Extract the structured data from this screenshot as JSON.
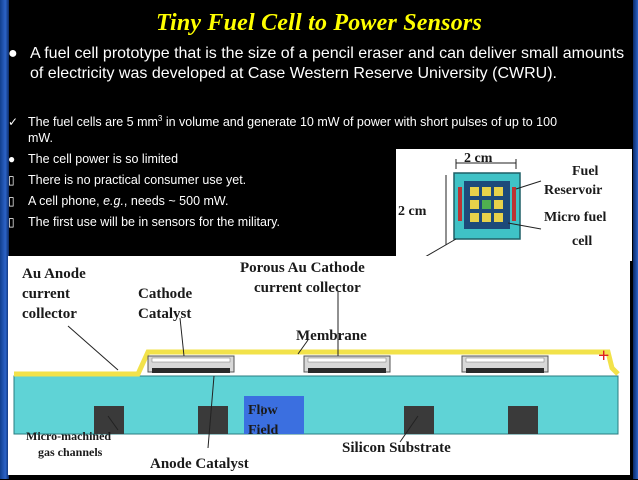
{
  "slide": {
    "title": "Tiny Fuel Cell to Power Sensors",
    "main_bullet": "A fuel cell prototype that is the size of a pencil eraser and can deliver small amounts of electricity was developed at Case Western Reserve University (CWRU).",
    "sub_bullets": [
      {
        "marker": "✓",
        "text_a": "The fuel cells are 5 mm",
        "sup": "3",
        "text_b": " in volume and generate 10 mW of power with short pulses of up to 100 mW."
      },
      {
        "marker": "●",
        "text": "The cell power is so limited"
      },
      {
        "marker": "▯",
        "text": "There is no practical consumer use yet."
      },
      {
        "marker": "▯",
        "text_a": "A cell phone, ",
        "em": "e.g.",
        "text_b": ", needs ~ 500 mW."
      },
      {
        "marker": "▯",
        "text": "The first use will be in sensors for the military."
      }
    ]
  },
  "top_figure": {
    "dim_width": "2 cm",
    "dim_height": "2 cm",
    "label_fuel": "Fuel",
    "label_reservoir": "Reservoir",
    "label_micro_fuel": "Micro fuel",
    "label_cell": "cell"
  },
  "cross_section": {
    "au_anode": [
      "Au Anode",
      "current",
      "collector"
    ],
    "cathode_catalyst": [
      "Cathode",
      "Catalyst"
    ],
    "porous_cathode": [
      "Porous Au Cathode",
      "current collector"
    ],
    "membrane": "Membrane",
    "flow_field": [
      "Flow",
      "Field"
    ],
    "micro_machined": [
      "Micro-machined",
      "gas channels"
    ],
    "anode_catalyst": "Anode Catalyst",
    "silicon_substrate": "Silicon Substrate",
    "plus_sign": "+"
  },
  "colors": {
    "title": "#ffff00",
    "substrate_cyan": "#5fd3d6",
    "membrane_yellow": "#f2e24a",
    "plus_red": "#e02020",
    "flow_blue": "#3b6fe0"
  }
}
